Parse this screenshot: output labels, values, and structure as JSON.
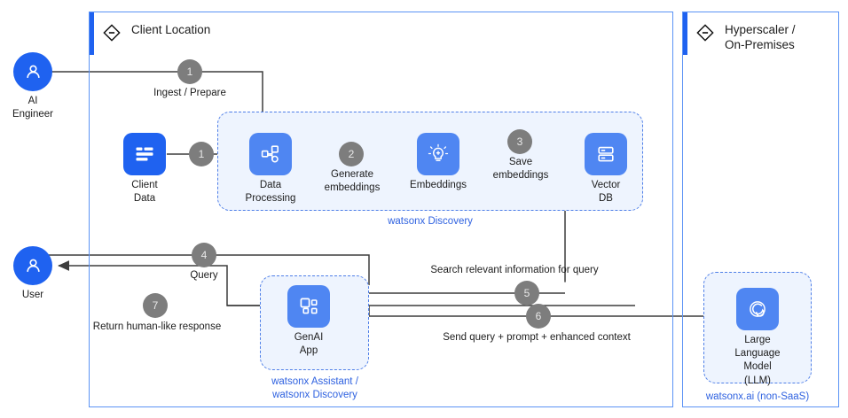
{
  "colors": {
    "zone_border": "#5b93f5",
    "zone_accent": "#1f62f0",
    "dashed_border": "#4f7fe8",
    "dashed_fill": "#eef4fe",
    "node_strong": "#1f62f0",
    "node_soft": "#4f86f2",
    "step_badge": "#7d7d7d",
    "label_blue": "#2f62e0",
    "wire": "#3d3d3d"
  },
  "zones": [
    {
      "id": "client-location",
      "title": "Client Location",
      "icon": "diamond-minus-icon"
    },
    {
      "id": "hyperscaler",
      "title": "Hyperscaler /\nOn-Premises",
      "icon": "diamond-minus-icon"
    }
  ],
  "groups": [
    {
      "id": "watsonx-discovery",
      "label": "watsonx Discovery"
    },
    {
      "id": "watsonx-assistant",
      "label": "watsonx Assistant /\nwatsonx Discovery"
    },
    {
      "id": "watsonx-ai",
      "label": "watsonx.ai (non-SaaS)"
    }
  ],
  "actors": [
    {
      "id": "ai-engineer",
      "label": "AI\nEngineer",
      "icon": "user-icon"
    },
    {
      "id": "user",
      "label": "User",
      "icon": "user-icon"
    }
  ],
  "nodes": [
    {
      "id": "client-data",
      "label": "Client\nData",
      "icon": "document-data-icon",
      "style": "strong"
    },
    {
      "id": "data-processing",
      "label": "Data\nProcessing",
      "icon": "flow-nodes-icon",
      "style": "soft"
    },
    {
      "id": "embeddings",
      "label": "Embeddings",
      "icon": "lightbulb-icon",
      "style": "soft"
    },
    {
      "id": "vector-db",
      "label": "Vector\nDB",
      "icon": "database-icon",
      "style": "soft"
    },
    {
      "id": "genai-app",
      "label": "GenAI\nApp",
      "icon": "apps-grid-icon",
      "style": "soft"
    },
    {
      "id": "llm",
      "label": "Large\nLanguage\nModel\n(LLM)",
      "icon": "spiral-icon",
      "style": "soft"
    }
  ],
  "steps": [
    {
      "n": "1",
      "label": "Ingest / Prepare"
    },
    {
      "n": "1",
      "label": ""
    },
    {
      "n": "2",
      "label": "Generate\nembeddings"
    },
    {
      "n": "3",
      "label": "Save\nembeddings"
    },
    {
      "n": "4",
      "label": "Query"
    },
    {
      "n": "5",
      "label": "Search relevant information for query"
    },
    {
      "n": "6",
      "label": "Send query + prompt + enhanced context"
    },
    {
      "n": "7",
      "label": "Return human-like response"
    }
  ]
}
